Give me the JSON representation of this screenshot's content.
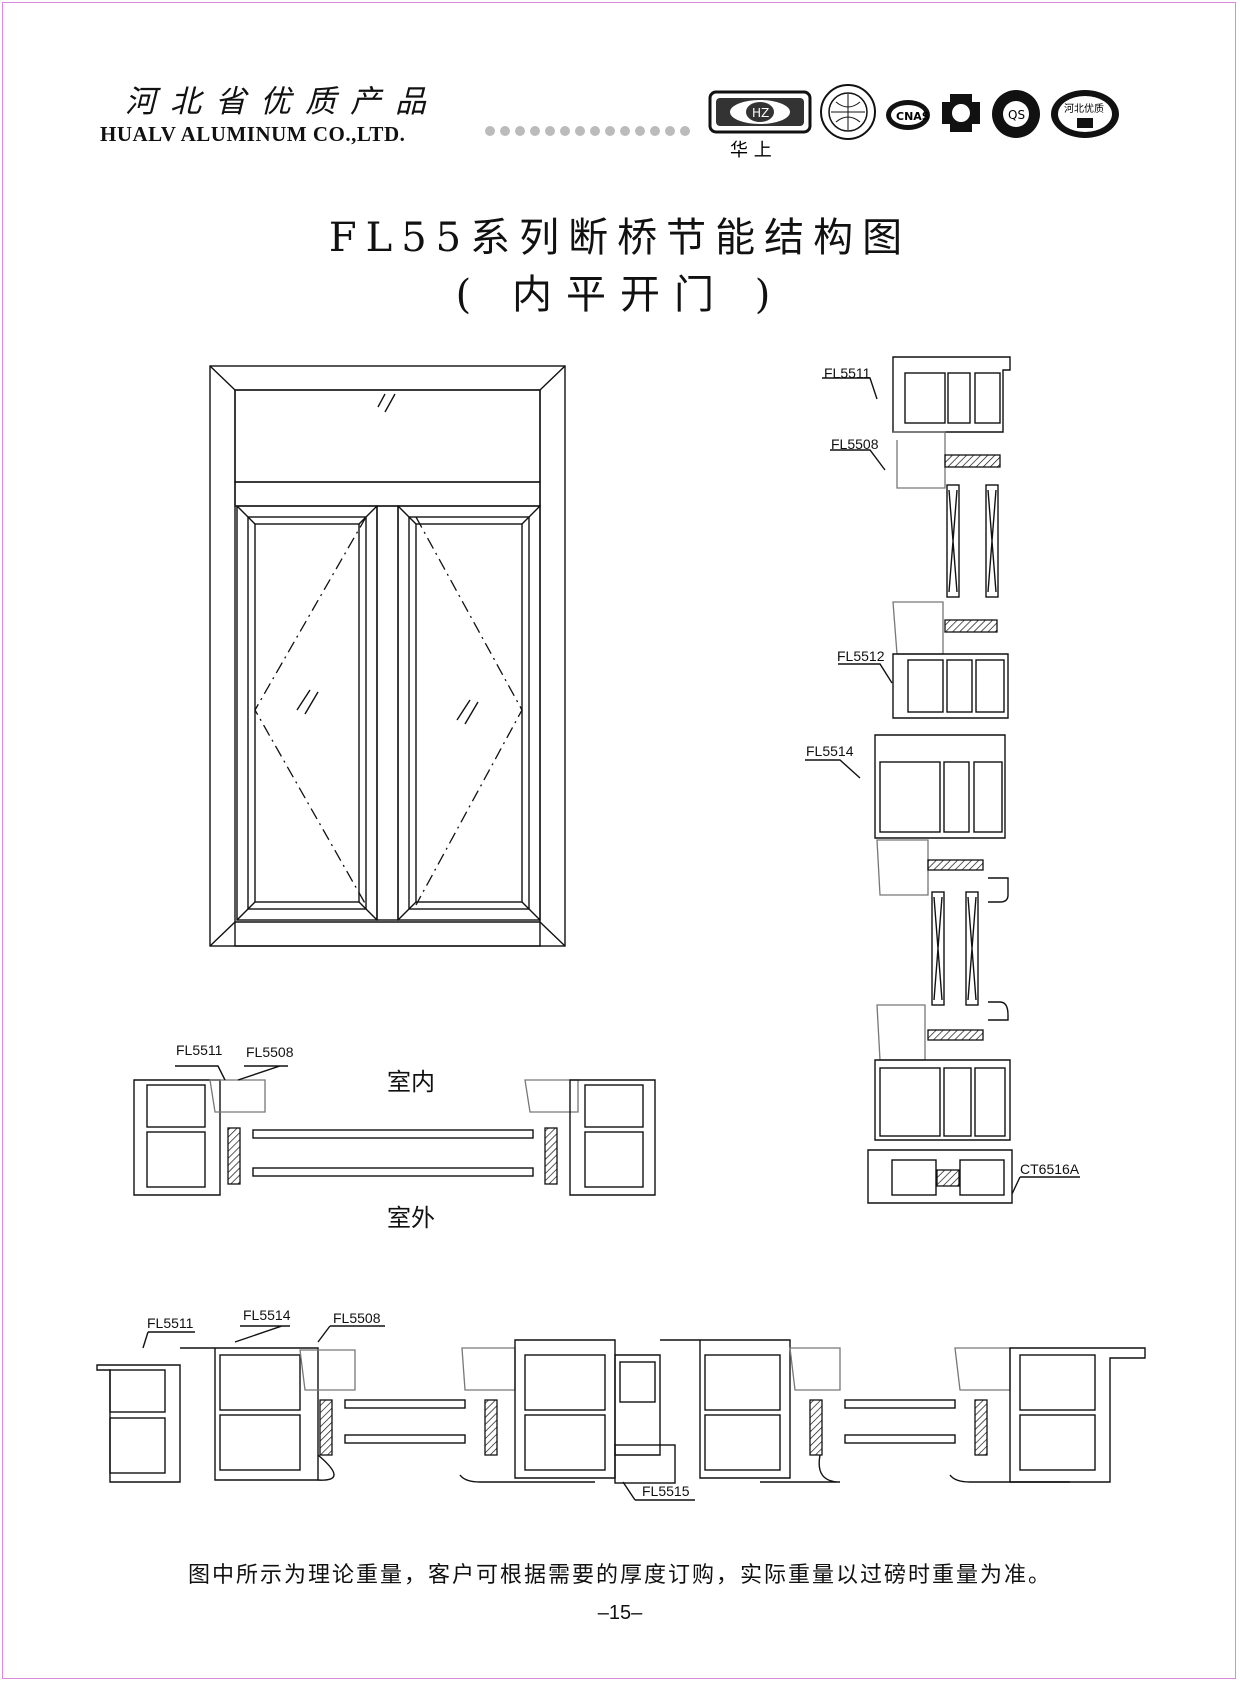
{
  "header": {
    "cn_title": "河北省优质产品",
    "company_en": "HUALV ALUMINUM CO.,LTD.",
    "brand_cn": "华  上",
    "logos": [
      "hualv-logo-icon",
      "globe-seal-icon",
      "cnas-mark-icon",
      "certification-mark-icon",
      "quality-seal-icon",
      "hebei-quality-seal-icon"
    ]
  },
  "title": {
    "line1": "FL55系列断桥节能结构图",
    "line2": "( 内平开门 )"
  },
  "labels": {
    "v_fl5511": "FL5511",
    "v_fl5508": "FL5508",
    "v_fl5512": "FL5512",
    "v_fl5514": "FL5514",
    "v_ct6516a": "CT6516A",
    "h_fl5511": "FL5511",
    "h_fl5508": "FL5508",
    "indoor": "室内",
    "outdoor": "室外",
    "b_fl5511": "FL5511",
    "b_fl5514": "FL5514",
    "b_fl5508": "FL5508",
    "b_fl5515": "FL5515"
  },
  "footer": {
    "note": "图中所示为理论重量，客户可根据需要的厚度订购，实际重量以过磅时重量为准。",
    "page": "–15–"
  }
}
